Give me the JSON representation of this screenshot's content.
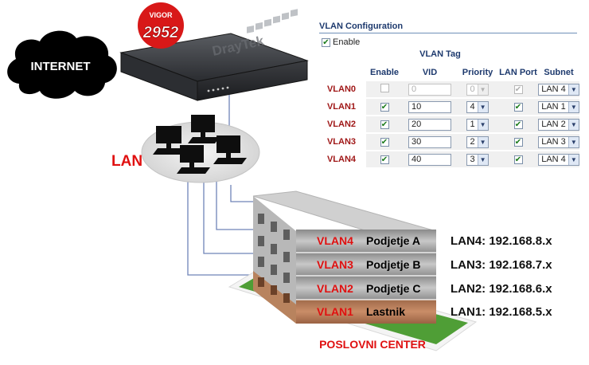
{
  "router": {
    "brand": "DrayTek",
    "badge_top": "VIGOR",
    "badge_model": "2952"
  },
  "internet_label": "INTERNET",
  "lan_label": "LAN",
  "building_label": "POSLOVNI CENTER",
  "floors": [
    {
      "vlan": "VLAN4",
      "name": "Podjetje A",
      "subnet": "LAN4: 192.168.8.x"
    },
    {
      "vlan": "VLAN3",
      "name": "Podjetje B",
      "subnet": "LAN3: 192.168.7.x"
    },
    {
      "vlan": "VLAN2",
      "name": "Podjetje C",
      "subnet": "LAN2: 192.168.6.x"
    },
    {
      "vlan": "VLAN1",
      "name": "Lastnik",
      "subnet": "LAN1: 192.168.5.x"
    }
  ],
  "vlan_config": {
    "title": "VLAN Configuration",
    "enable_label": "Enable",
    "vlan_tag_header": "VLAN Tag",
    "columns": [
      "Enable",
      "VID",
      "Priority",
      "LAN Port",
      "Subnet"
    ],
    "rows": [
      {
        "name": "VLAN0",
        "enable": false,
        "vid": "0",
        "priority": "0",
        "lan_port": true,
        "subnet": "LAN 4",
        "disabled": true
      },
      {
        "name": "VLAN1",
        "enable": true,
        "vid": "10",
        "priority": "4",
        "lan_port": true,
        "subnet": "LAN 1",
        "disabled": false
      },
      {
        "name": "VLAN2",
        "enable": true,
        "vid": "20",
        "priority": "1",
        "lan_port": true,
        "subnet": "LAN 2",
        "disabled": false
      },
      {
        "name": "VLAN3",
        "enable": true,
        "vid": "30",
        "priority": "2",
        "lan_port": true,
        "subnet": "LAN 3",
        "disabled": false
      },
      {
        "name": "VLAN4",
        "enable": true,
        "vid": "40",
        "priority": "3",
        "lan_port": true,
        "subnet": "LAN 4",
        "disabled": false
      }
    ]
  },
  "colors": {
    "vlan_red": "#e01010",
    "badge_red": "#d81818",
    "cable_blue": "#6f84b8",
    "header_blue": "#1e3a6e"
  }
}
